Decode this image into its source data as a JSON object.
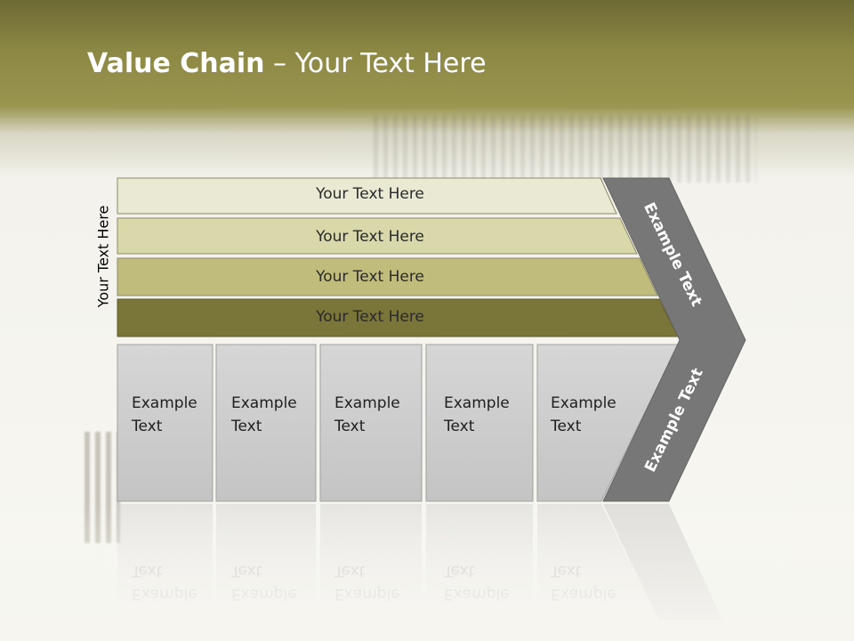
{
  "title": {
    "bold": "Value Chain",
    "rest": " – Your Text Here"
  },
  "side_label": "Your Text Here",
  "bars": [
    {
      "label": "Your Text Here",
      "fill": "#e9e9d4"
    },
    {
      "label": "Your Text Here",
      "fill": "#d8d8ab"
    },
    {
      "label": "Your Text Here",
      "fill": "#c0bd7c"
    },
    {
      "label": "Your Text Here",
      "fill": "#7a7538"
    }
  ],
  "boxes": [
    {
      "line1": "Example",
      "line2": "Text"
    },
    {
      "line1": "Example",
      "line2": "Text"
    },
    {
      "line1": "Example",
      "line2": "Text"
    },
    {
      "line1": "Example",
      "line2": "Text"
    },
    {
      "line1": "Example",
      "line2": "Text"
    }
  ],
  "chevron": {
    "upper": "Example Text",
    "lower": "Example Text",
    "fill": "#777777"
  },
  "colors": {
    "header": "#8d8945",
    "box_fill": "#cfcfcf",
    "box_border": "#a0a0a0"
  }
}
